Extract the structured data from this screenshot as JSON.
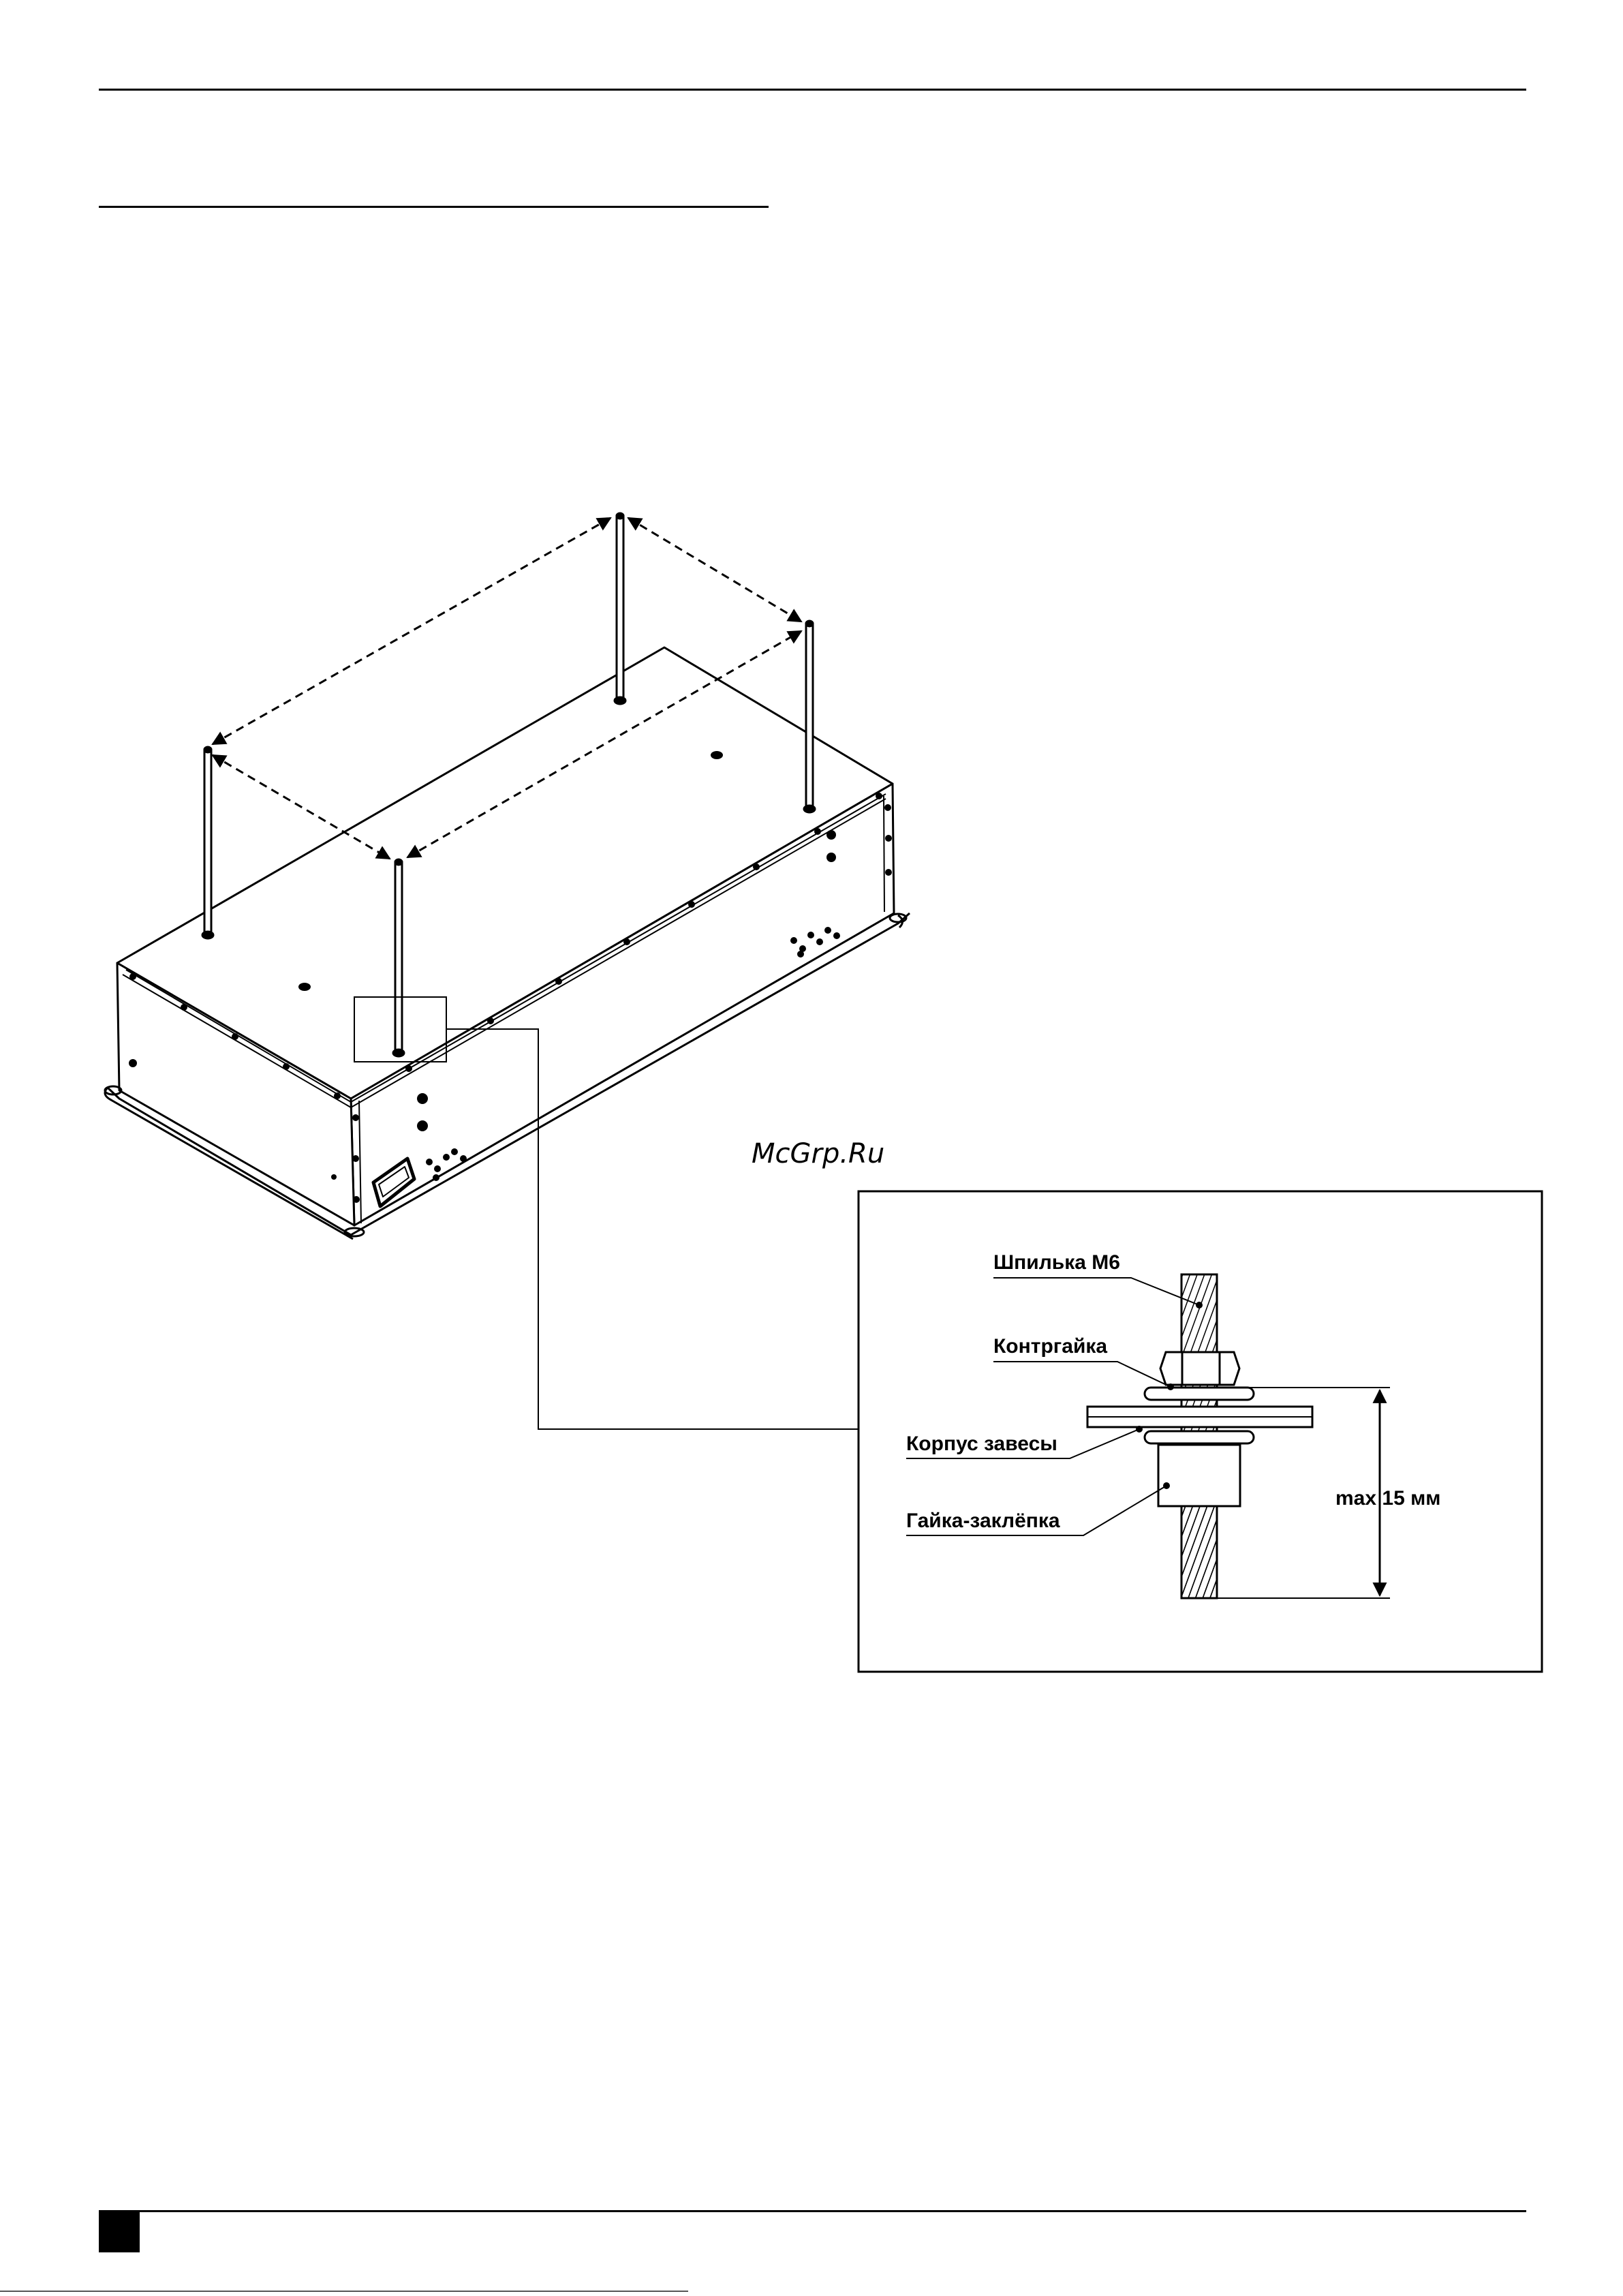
{
  "watermark": "McGrp.Ru",
  "detail": {
    "labels": {
      "stud": "Шпилька М6",
      "locknut": "Контргайка",
      "housing": "Корпус завесы",
      "rivet_nut": "Гайка-заклёпка"
    },
    "dimension": "max 15 мм"
  },
  "colors": {
    "ink": "#000000",
    "background": "#ffffff"
  }
}
